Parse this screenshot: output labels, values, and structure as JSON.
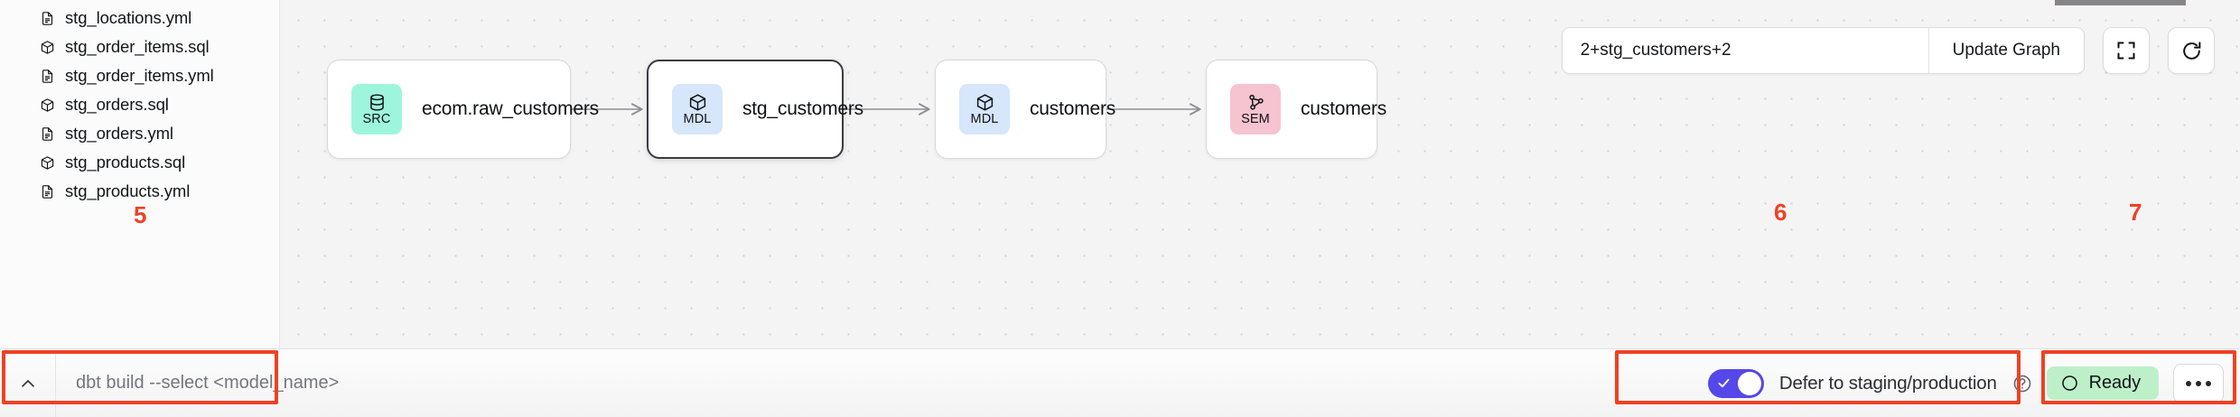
{
  "sidebar": {
    "files": [
      {
        "name": "stg_locations.yml",
        "icon": "yml-file-icon"
      },
      {
        "name": "stg_order_items.sql",
        "icon": "sql-model-icon"
      },
      {
        "name": "stg_order_items.yml",
        "icon": "yml-file-icon"
      },
      {
        "name": "stg_orders.sql",
        "icon": "sql-model-icon"
      },
      {
        "name": "stg_orders.yml",
        "icon": "yml-file-icon"
      },
      {
        "name": "stg_products.sql",
        "icon": "sql-model-icon"
      },
      {
        "name": "stg_products.yml",
        "icon": "yml-file-icon"
      }
    ]
  },
  "toolbar": {
    "search_value": "2+stg_customers+2",
    "search_placeholder": "2+stg_customers+2",
    "update_graph_label": "Update Graph",
    "fullscreen_icon": "fullscreen-icon",
    "refresh_icon": "refresh-icon"
  },
  "graph": {
    "nodes": [
      {
        "badge": "SRC",
        "label": "ecom.raw_customers",
        "badge_color": "#9ef5dd",
        "icon": "database-icon",
        "selected": false
      },
      {
        "badge": "MDL",
        "label": "stg_customers",
        "badge_color": "#d6e6fb",
        "icon": "cube-icon",
        "selected": true
      },
      {
        "badge": "MDL",
        "label": "customers",
        "badge_color": "#d6e6fb",
        "icon": "cube-icon",
        "selected": false
      },
      {
        "badge": "SEM",
        "label": "customers",
        "badge_color": "#f6c3d1",
        "icon": "network-icon",
        "selected": false
      }
    ]
  },
  "bottom_bar": {
    "collapse_icon": "chevron-up-icon",
    "command_placeholder": "dbt build --select <model_name>",
    "command_value": "",
    "defer_label": "Defer to staging/production",
    "defer_enabled": true,
    "defer_help_icon": "help-circle-icon",
    "toggle_color": "#5548e8",
    "status_label": "Ready",
    "status_color": "#bdf0c8",
    "status_icon": "status-circle-icon",
    "more_icon": "ellipsis-icon"
  },
  "annotations": [
    {
      "number": "5",
      "color": "#ef4123"
    },
    {
      "number": "6",
      "color": "#ef4123"
    },
    {
      "number": "7",
      "color": "#ef4123"
    }
  ]
}
